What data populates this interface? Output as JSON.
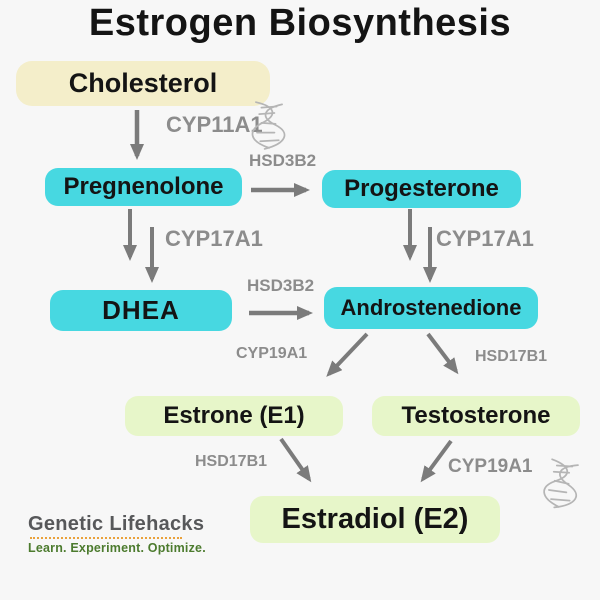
{
  "title": "Estrogen Biosynthesis",
  "nodes": {
    "cholesterol": "Cholesterol",
    "pregnenolone": "Pregnenolone",
    "progesterone": "Progesterone",
    "dhea": "DHEA",
    "androstenedione": "Androstenedione",
    "estrone": "Estrone (E1)",
    "testosterone": "Testosterone",
    "estradiol": "Estradiol (E2)"
  },
  "enzymes": {
    "cyp11a1": "CYP11A1",
    "hsd3b2_top": "HSD3B2",
    "cyp17a1_left": "CYP17A1",
    "cyp17a1_right": "CYP17A1",
    "hsd3b2_mid": "HSD3B2",
    "cyp19a1_left": "CYP19A1",
    "hsd17b1_right": "HSD17B1",
    "hsd17b1_bottom": "HSD17B1",
    "cyp19a1_bottom": "CYP19A1"
  },
  "edges": [
    {
      "from": "Cholesterol",
      "to": "Pregnenolone",
      "enzyme": "CYP11A1"
    },
    {
      "from": "Pregnenolone",
      "to": "Progesterone",
      "enzyme": "HSD3B2"
    },
    {
      "from": "Pregnenolone",
      "to": "DHEA",
      "enzyme": "CYP17A1"
    },
    {
      "from": "Progesterone",
      "to": "Androstenedione",
      "enzyme": "CYP17A1"
    },
    {
      "from": "DHEA",
      "to": "Androstenedione",
      "enzyme": "HSD3B2"
    },
    {
      "from": "Androstenedione",
      "to": "Estrone (E1)",
      "enzyme": "CYP19A1"
    },
    {
      "from": "Androstenedione",
      "to": "Testosterone",
      "enzyme": "HSD17B1"
    },
    {
      "from": "Estrone (E1)",
      "to": "Estradiol (E2)",
      "enzyme": "HSD17B1"
    },
    {
      "from": "Testosterone",
      "to": "Estradiol (E2)",
      "enzyme": "CYP19A1"
    }
  ],
  "logo": {
    "name": "Genetic Lifehacks",
    "tagline": "Learn. Experiment. Optimize."
  },
  "colors": {
    "background": "#f7f7f7",
    "start_node": "#f4eeca",
    "intermediate_node": "#47d8e1",
    "product_node": "#e7f6c9",
    "node_text": "#141414",
    "arrow": "#7b7b7b",
    "enzyme_label": "#8c8c8c",
    "dna_icon": "#b5b5b5",
    "logo_gray": "#57585a",
    "logo_green": "#4c7b2e",
    "logo_orange": "#e9a13b"
  }
}
